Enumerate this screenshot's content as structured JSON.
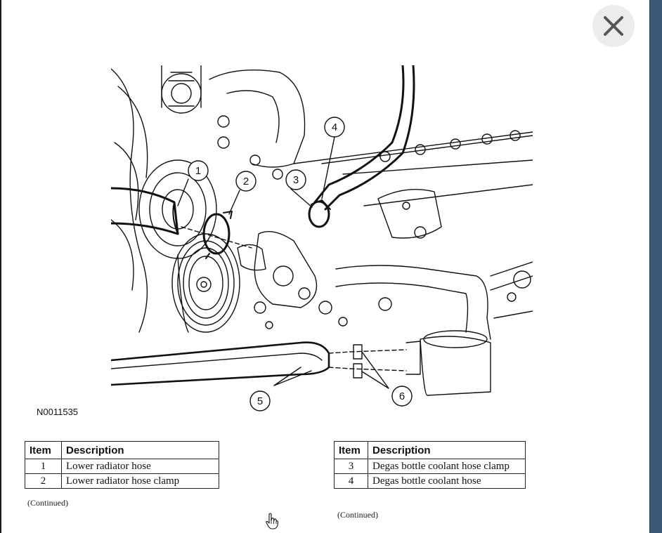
{
  "viewer": {
    "close_icon": "close-icon",
    "accent_bar_color": "#3c5a78"
  },
  "figure": {
    "id": "N0011535",
    "callouts": [
      "1",
      "2",
      "3",
      "4",
      "5",
      "6"
    ]
  },
  "tables": [
    {
      "headers": [
        "Item",
        "Description"
      ],
      "rows": [
        {
          "item": "1",
          "description": "Lower radiator hose"
        },
        {
          "item": "2",
          "description": "Lower radiator hose clamp"
        }
      ],
      "continued": "(Continued)"
    },
    {
      "headers": [
        "Item",
        "Description"
      ],
      "rows": [
        {
          "item": "3",
          "description": "Degas bottle coolant hose clamp"
        },
        {
          "item": "4",
          "description": "Degas bottle coolant hose"
        }
      ],
      "continued": "(Continued)"
    }
  ],
  "cursor_icon": "hand-pointer-icon"
}
